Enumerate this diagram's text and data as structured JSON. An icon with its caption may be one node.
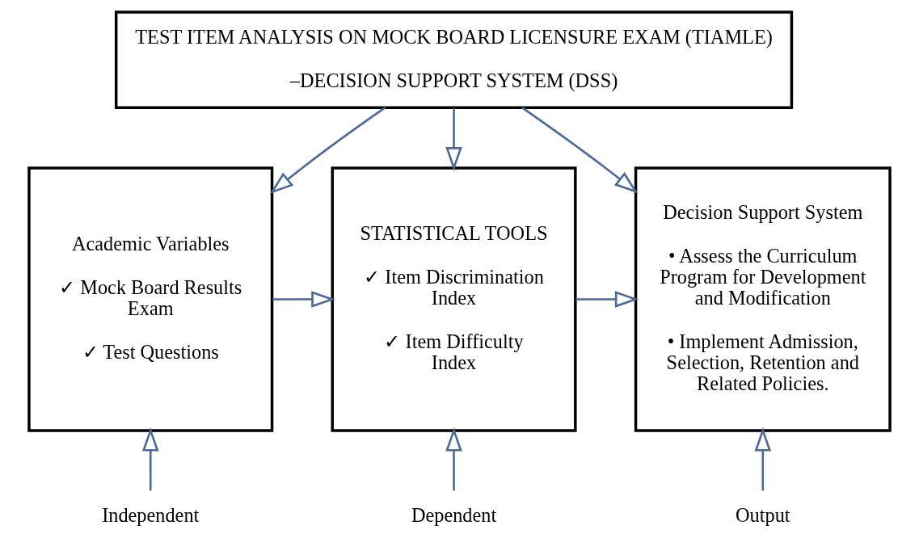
{
  "diagram": {
    "nodes": [
      {
        "text": [
          "TEST ITEM ANALYSIS ON MOCK BOARD LICENSURE EXAM (TIAMLE)",
          "–DECISION SUPPORT SYSTEM (DSS)"
        ]
      },
      {
        "text": [
          "Academic Variables",
          "✓ Mock Board Results Exam",
          "✓ Test Questions"
        ]
      },
      {
        "text": [
          "STATISTICAL TOOLS",
          "✓ Item Discrimination Index",
          "✓ Item Difficulty Index"
        ]
      },
      {
        "text": [
          "Decision Support System",
          "• Assess the Curriculum Program for Development and Modification",
          "• Implement Admission, Selection, Retention and Related Policies."
        ]
      },
      {
        "text": [
          "Independent"
        ]
      },
      {
        "text": [
          "Dependent"
        ]
      },
      {
        "text": [
          "Output"
        ]
      }
    ],
    "edges": [
      {
        "from": 0,
        "to": 1,
        "arrow": "to"
      },
      {
        "from": 0,
        "to": 2,
        "arrow": "to"
      },
      {
        "from": 0,
        "to": 3,
        "arrow": "to"
      },
      {
        "from": 1,
        "to": 2,
        "arrow": "to"
      },
      {
        "from": 2,
        "to": 3,
        "arrow": "to"
      },
      {
        "from": 4,
        "to": 1,
        "arrow": "to"
      },
      {
        "from": 5,
        "to": 2,
        "arrow": "to"
      },
      {
        "from": 6,
        "to": 3,
        "arrow": "to"
      }
    ]
  }
}
